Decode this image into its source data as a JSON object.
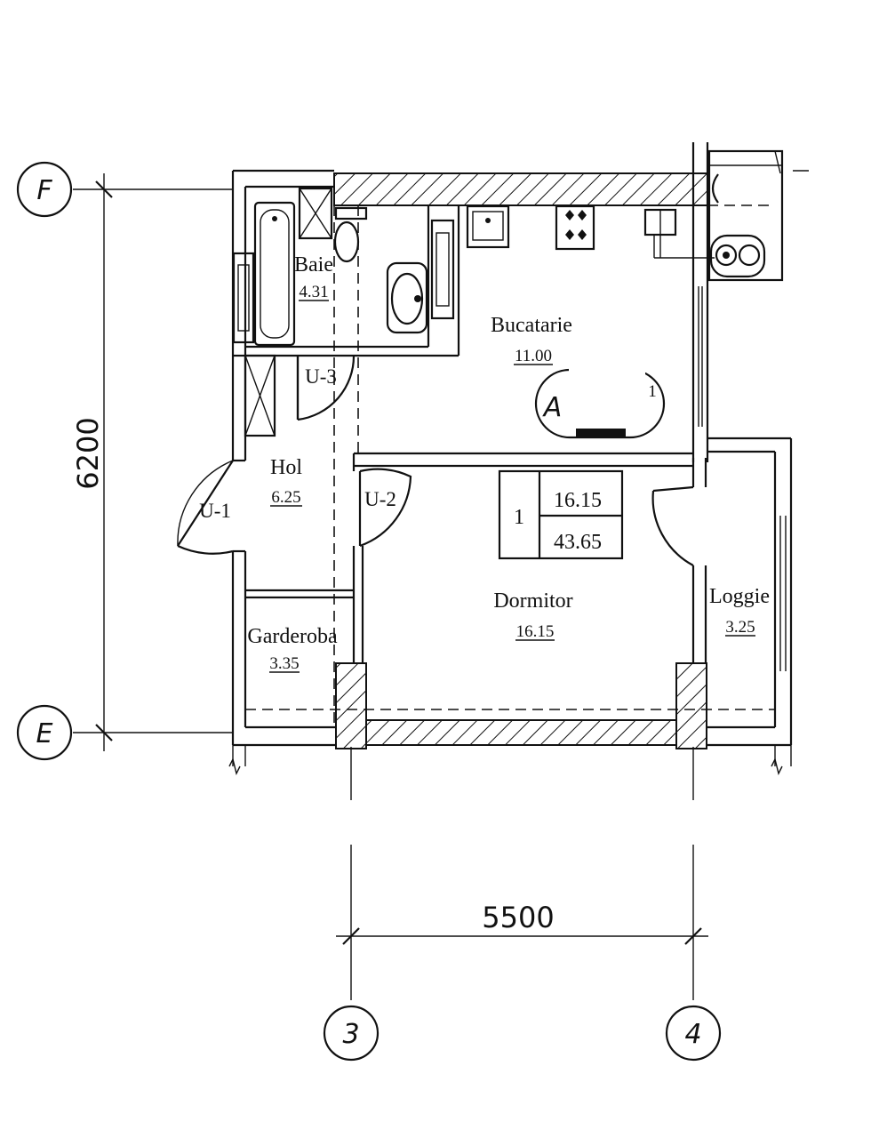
{
  "axes": {
    "rows": [
      "F",
      "E"
    ],
    "columns": [
      "3",
      "4"
    ]
  },
  "dimensions": {
    "vertical": "6200",
    "horizontal": "5500"
  },
  "rooms": [
    {
      "id": "baie",
      "name": "Baie",
      "area": "4.31"
    },
    {
      "id": "bucatarie",
      "name": "Bucatarie",
      "area": "11.00"
    },
    {
      "id": "hol",
      "name": "Hol",
      "area": "6.25"
    },
    {
      "id": "dormitor",
      "name": "Dormitor",
      "area": "16.15"
    },
    {
      "id": "garderoba",
      "name": "Garderoba",
      "area": "3.35"
    },
    {
      "id": "loggie",
      "name": "Loggie",
      "area": "3.25"
    }
  ],
  "doors": [
    "U-1",
    "U-2",
    "U-3"
  ],
  "apartment_table": {
    "rooms_count": "1",
    "living_area": "16.15",
    "total_area": "43.65"
  },
  "marker": {
    "letter": "A",
    "number": "1"
  }
}
